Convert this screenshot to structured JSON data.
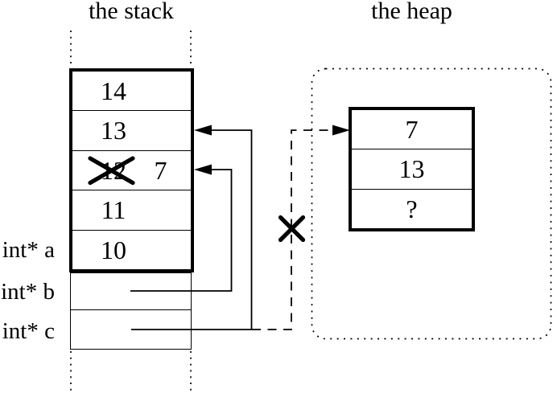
{
  "titles": {
    "stack_title": "the stack",
    "heap_title": "the heap"
  },
  "stack_frame": {
    "cells": [
      {
        "value": "14",
        "crossed_out": false
      },
      {
        "value": "13",
        "crossed_out": false
      },
      {
        "value": "12",
        "crossed_out": true,
        "replacement": "7"
      },
      {
        "value": "11",
        "crossed_out": false
      },
      {
        "value": "10",
        "crossed_out": false
      }
    ]
  },
  "pointer_labels": [
    {
      "label": "int* a"
    },
    {
      "label": "int* b"
    },
    {
      "label": "int* c"
    }
  ],
  "heap_block": {
    "cells": [
      {
        "value": "7"
      },
      {
        "value": "13"
      },
      {
        "value": "?"
      }
    ]
  },
  "marks": {
    "overwritten_value_cross": "X",
    "severed_pointer_cross": "X"
  },
  "colors": {
    "ink": "#000000",
    "paper": "#ffffff"
  }
}
